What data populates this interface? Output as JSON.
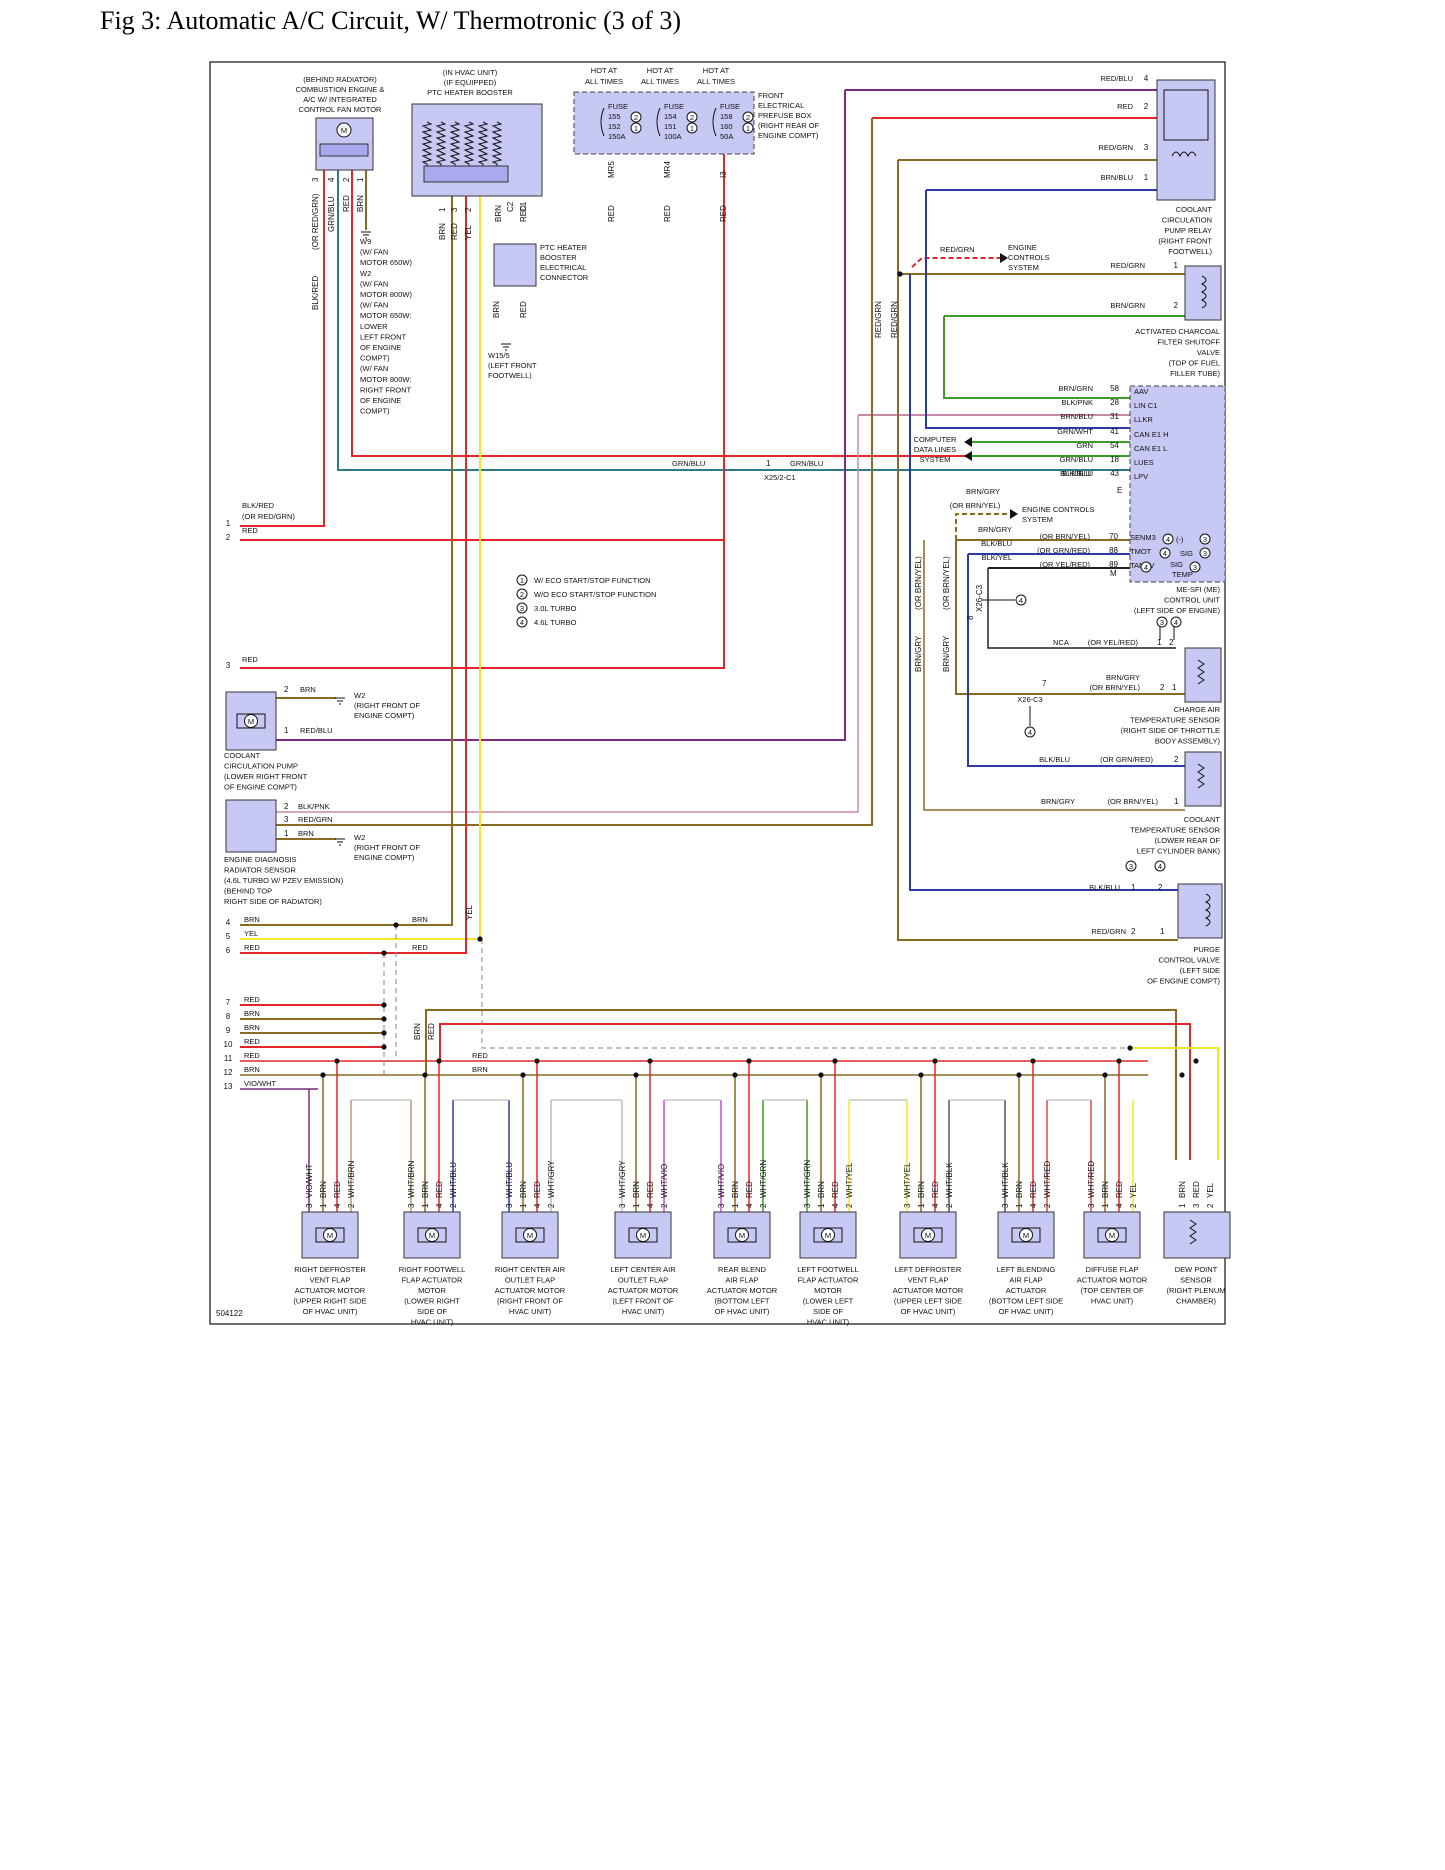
{
  "title": "Fig 3: Automatic A/C Circuit, W/ Thermotronic (3 of 3)",
  "figure_id": "504122",
  "colors": {
    "RED": "#e4262b",
    "BRN": "#8a6a25",
    "YEL": "#f2e825",
    "VIO": "#7a2c80",
    "BLU": "#2b3aa8",
    "GRN": "#3f9a2c",
    "WHT": "#c8c8c8",
    "BLK": "#222222",
    "PNK": "#c98aa8",
    "GRY": "#9a9a9a",
    "TEAL": "#2f7a8a",
    "component": "#c8c8f5"
  },
  "top": {
    "fan": [
      "(BEHIND RADIATOR)",
      "COMBUSTION ENGINE &",
      "A/C W/ INTEGRATED",
      "CONTROL FAN MOTOR"
    ],
    "fan_pins": [
      "3",
      "4",
      "2",
      "1"
    ],
    "fan_wires": [
      "(OR RED/GRN)",
      "GRN/BLU",
      "RED",
      "BRN"
    ],
    "fan_blkred": "BLK/RED",
    "ptc": [
      "(IN HVAC UNIT)",
      "(IF EQUIPPED)",
      "PTC HEATER BOOSTER"
    ],
    "ptc_pins": [
      "1",
      "3",
      "2"
    ],
    "ptc_wires": [
      "BRN",
      "RED",
      "YEL",
      "BRN"
    ],
    "ptc_conn_pins": [
      "C2",
      "C1"
    ],
    "ptc_conn": [
      "PTC HEATER",
      "BOOSTER",
      "ELECTRICAL",
      "CONNECTOR"
    ],
    "ptc_conn_wires": [
      "BRN",
      "RED"
    ],
    "w9": [
      "W9",
      "(W/ FAN",
      "MOTOR 650W)",
      "W2",
      "(W/ FAN",
      "MOTOR 800W)",
      "(W/ FAN",
      "MOTOR 650W:",
      "LOWER",
      "LEFT FRONT",
      "OF ENGINE",
      "COMPT)",
      "(W/ FAN",
      "MOTOR 800W:",
      "RIGHT FRONT",
      "OF ENGINE",
      "COMPT)"
    ],
    "w155": [
      "W15/5",
      "(LEFT FRONT",
      "FOOTWELL)"
    ],
    "hot": "HOT AT",
    "hot2": "ALL TIMES",
    "fuses": [
      {
        "l1": "FUSE",
        "l2": "155",
        "l3": "152",
        "l4": "150A",
        "c": "MR5"
      },
      {
        "l1": "FUSE",
        "l2": "154",
        "l3": "151",
        "l4": "100A",
        "c": "MR4"
      },
      {
        "l1": "FUSE",
        "l2": "158",
        "l3": "160",
        "l4": "50A",
        "c": "I3"
      }
    ],
    "prefuse": [
      "FRONT",
      "ELECTRICAL",
      "PREFUSE BOX",
      "(RIGHT REAR OF",
      "ENGINE COMPT)"
    ],
    "fuse_wire": "RED"
  },
  "right": {
    "relay_wires": [
      "RED/BLU",
      "RED",
      "RED/GRN",
      "BRN/BLU"
    ],
    "relay_pins": [
      "4",
      "2",
      "3",
      "1"
    ],
    "relay": [
      "COOLANT",
      "CIRCULATION",
      "PUMP RELAY",
      "(RIGHT FRONT",
      "FOOTWELL)"
    ],
    "ecs": [
      "ENGINE",
      "CONTROLS",
      "SYSTEM"
    ],
    "ecs_wire": "RED/GRN",
    "acf_wires": [
      "RED/GRN",
      "BRN/GRN"
    ],
    "acf_pins": [
      "1",
      "2"
    ],
    "acf": [
      "ACTIVATED CHARCOAL",
      "FILTER SHUTOFF",
      "VALVE",
      "(TOP OF FUEL",
      "FILLER TUBE)"
    ],
    "vert_wires": [
      "RED/GRN",
      "RED/GRN"
    ],
    "ecu_wires": [
      "BRN/GRN",
      "BLK/PNK",
      "BRN/BLU",
      "GRN/WHT",
      "GRN",
      "GRN/BLU",
      "BLK/BLU"
    ],
    "ecu_pins": [
      "58",
      "28",
      "31",
      "41",
      "54",
      "18",
      "43"
    ],
    "ecu_names": [
      "AAV",
      "LIN C1",
      "LLKR",
      "CAN E1 H",
      "CAN E1 L",
      "LUES",
      "LPV"
    ],
    "cdl": [
      "COMPUTER",
      "DATA LINES",
      "SYSTEM"
    ],
    "grnblu": "GRN/BLU",
    "x25_pin": "1",
    "x25": "X25/2-C1",
    "ecs2": [
      "ENGINE CONTROLS",
      "SYSTEM"
    ],
    "ecs2_wires": [
      "BRN/GRY",
      "(OR BRN/YEL)"
    ],
    "ecu2_wires": [
      "BRN/GRY",
      "BLK/BLU",
      "BLK/YEL"
    ],
    "ecu2_alt": [
      "(OR BRN/YEL)",
      "(OR GRN/RED)",
      "(OR YEL/RED)"
    ],
    "ecu2_pins": [
      "70",
      "88",
      "89"
    ],
    "ecu2_names": [
      "SENM3",
      "TMOT",
      "TANSV"
    ],
    "ecu2_extra": [
      "(-)",
      "SIG",
      "SIG",
      "TEMP",
      "M",
      "E"
    ],
    "ecu": [
      "ME-SFI (ME)",
      "CONTROL UNIT",
      "(LEFT SIDE OF ENGINE)"
    ],
    "vert_wires2": [
      "(OR BRN/YEL)",
      "(OR BRN/YEL)",
      "BRN/GRY",
      "BRN/GRY"
    ],
    "x26": "X26-C3",
    "x26_pin": "8",
    "x26_pin2": "7",
    "nca": "NCA",
    "nca_alt": "(OR YEL/RED)",
    "cat_wires": [
      "BRN/GRY",
      "(OR BRN/YEL)"
    ],
    "cat_pins": [
      "2",
      "1"
    ],
    "cat": [
      "CHARGE AIR",
      "TEMPERATURE SENSOR",
      "(RIGHT SIDE OF THROTTLE",
      "BODY ASSEMBLY)"
    ],
    "cts_wires": [
      "BLK/BLU",
      "(OR GRN/RED)",
      "BRN/GRY",
      "(OR BRN/YEL)"
    ],
    "cts_pins": [
      "2",
      "1"
    ],
    "cts": [
      "COOLANT",
      "TEMPERATURE SENSOR",
      "(LOWER REAR OF",
      "LEFT CYLINDER BANK)"
    ],
    "purge_wires": [
      "BLK/BLU",
      "RED/GRN"
    ],
    "purge_pins": [
      "1",
      "2",
      "2",
      "1"
    ],
    "purge": [
      "PURGE",
      "CONTROL VALVE",
      "(LEFT SIDE",
      "OF ENGINE COMPT)"
    ]
  },
  "left": {
    "w1": [
      "BLK/RED",
      "(OR RED/GRN)",
      "RED"
    ],
    "nums": [
      "1",
      "2",
      "3",
      "4",
      "5",
      "6",
      "7",
      "8",
      "9",
      "10",
      "11",
      "12",
      "13"
    ],
    "w3": "RED",
    "pump_wires": [
      "BRN",
      "RED/BLU"
    ],
    "pump_pins": [
      "2",
      "1"
    ],
    "w2": [
      "W2",
      "(RIGHT FRONT OF",
      "ENGINE COMPT)"
    ],
    "pump": [
      "COOLANT",
      "CIRCULATION PUMP",
      "(LOWER RIGHT FRONT",
      "OF ENGINE COMPT)"
    ],
    "diag_wires": [
      "BLK/PNK",
      "RED/GRN",
      "BRN"
    ],
    "diag_pins": [
      "2",
      "3",
      "1"
    ],
    "diag": [
      "ENGINE DIAGNOSIS",
      "RADIATOR SENSOR",
      "(4.6L TURBO W/ PZEV EMISSION)",
      "(BEHIND TOP",
      "RIGHT SIDE OF RADIATOR)"
    ],
    "bus_wires": [
      "BRN",
      "YEL",
      "RED",
      "RED",
      "BRN",
      "BRN",
      "RED",
      "RED",
      "BRN",
      "VIO/WHT"
    ],
    "mid_wires": [
      "BRN",
      "RED",
      "YEL",
      "BRN",
      "RED",
      "RED",
      "BRN"
    ]
  },
  "legend": [
    {
      "n": "1",
      "t": "W/ ECO START/STOP FUNCTION"
    },
    {
      "n": "2",
      "t": "W/O ECO START/STOP FUNCTION"
    },
    {
      "n": "3",
      "t": "3.0L TURBO"
    },
    {
      "n": "4",
      "t": "4.6L TURBO"
    }
  ],
  "bottom": [
    {
      "wires": [
        "VIO/WHT",
        "BRN",
        "RED",
        "WHT/BRN"
      ],
      "pins": [
        "3",
        "1",
        "4",
        "2"
      ],
      "name": [
        "RIGHT DEFROSTER",
        "VENT FLAP",
        "ACTUATOR MOTOR",
        "(UPPER RIGHT SIDE",
        "OF HVAC UNIT)"
      ]
    },
    {
      "wires": [
        "WHT/BRN",
        "BRN",
        "RED",
        "WHT/BLU"
      ],
      "pins": [
        "3",
        "1",
        "4",
        "2"
      ],
      "name": [
        "RIGHT FOOTWELL",
        "FLAP ACTUATOR",
        "MOTOR",
        "(LOWER RIGHT",
        "SIDE OF",
        "HVAC UNIT)"
      ]
    },
    {
      "wires": [
        "WHT/BLU",
        "BRN",
        "RED",
        "WHT/GRY"
      ],
      "pins": [
        "3",
        "1",
        "4",
        "2"
      ],
      "name": [
        "RIGHT CENTER AIR",
        "OUTLET FLAP",
        "ACTUATOR MOTOR",
        "(RIGHT FRONT OF",
        "HVAC UNIT)"
      ]
    },
    {
      "wires": [
        "WHT/GRY",
        "BRN",
        "RED",
        "WHT/VIO"
      ],
      "pins": [
        "3",
        "1",
        "4",
        "2"
      ],
      "name": [
        "LEFT CENTER AIR",
        "OUTLET FLAP",
        "ACTUATOR MOTOR",
        "(LEFT FRONT OF",
        "HVAC UNIT)"
      ]
    },
    {
      "wires": [
        "WHT/VIO",
        "BRN",
        "RED",
        "WHT/GRN"
      ],
      "pins": [
        "3",
        "1",
        "4",
        "2"
      ],
      "name": [
        "REAR BLEND",
        "AIR FLAP",
        "ACTUATOR MOTOR",
        "(BOTTOM LEFT",
        "OF HVAC UNIT)"
      ]
    },
    {
      "wires": [
        "WHT/GRN",
        "BRN",
        "RED",
        "WHT/YEL"
      ],
      "pins": [
        "3",
        "1",
        "4",
        "2"
      ],
      "name": [
        "LEFT FOOTWELL",
        "FLAP ACTUATOR",
        "MOTOR",
        "(LOWER LEFT",
        "SIDE OF",
        "HVAC UNIT)"
      ]
    },
    {
      "wires": [
        "WHT/YEL",
        "BRN",
        "RED",
        "WHT/BLK"
      ],
      "pins": [
        "3",
        "1",
        "4",
        "2"
      ],
      "name": [
        "LEFT DEFROSTER",
        "VENT FLAP",
        "ACTUATOR MOTOR",
        "(UPPER LEFT SIDE",
        "OF HVAC UNIT)"
      ]
    },
    {
      "wires": [
        "WHT/BLK",
        "BRN",
        "RED",
        "WHT/RED"
      ],
      "pins": [
        "3",
        "1",
        "4",
        "2"
      ],
      "name": [
        "LEFT BLENDING",
        "AIR FLAP",
        "ACTUATOR",
        "(BOTTOM LEFT SIDE",
        "OF HVAC UNIT)"
      ]
    },
    {
      "wires": [
        "WHT/RED",
        "BRN",
        "RED",
        "YEL"
      ],
      "pins": [
        "3",
        "1",
        "4",
        "2"
      ],
      "name": [
        "DIFFUSE FLAP",
        "ACTUATOR MOTOR",
        "(TOP CENTER OF",
        "HVAC UNIT)"
      ]
    },
    {
      "wires": [
        "BRN",
        "RED",
        "YEL"
      ],
      "pins": [
        "1",
        "3",
        "2"
      ],
      "name": [
        "DEW POINT",
        "SENSOR",
        "(RIGHT PLENUM",
        "CHAMBER)"
      ]
    }
  ]
}
